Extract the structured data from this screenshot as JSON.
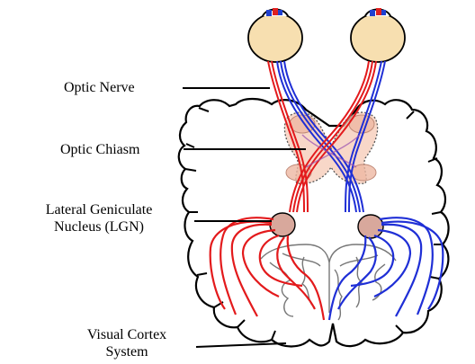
{
  "labels": {
    "optic_nerve": "Optic Nerve",
    "optic_chiasm": "Optic Chiasm",
    "lgn_line1": "Lateral Geniculate",
    "lgn_line2": "Nucleus (LGN)",
    "cortex_line1": "Visual Cortex",
    "cortex_line2": "System"
  },
  "colors": {
    "eye_fill": "#f7dfb0",
    "pupil_red": "#e02020",
    "pupil_blue": "#2040d0",
    "left_path": "#e31a1c",
    "right_path": "#1f2fd6",
    "chiasm_fill": "#f3c7b4",
    "lgn_fill": "#d8a89c",
    "outline": "#000000"
  }
}
